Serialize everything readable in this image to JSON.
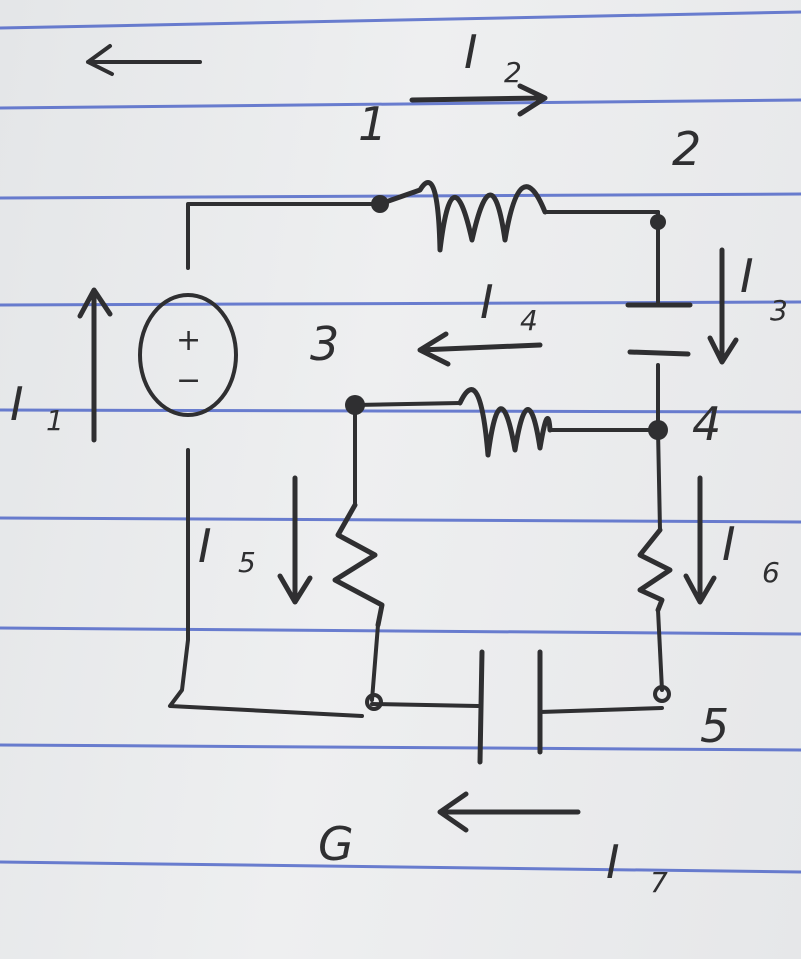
{
  "nodes": {
    "n1": "1",
    "n2": "2",
    "n3": "3",
    "n4": "4",
    "n5": "5",
    "ground": "G"
  },
  "currents": {
    "i1": {
      "letter": "I",
      "sub": "1"
    },
    "i2": {
      "letter": "I",
      "sub": "2"
    },
    "i3": {
      "letter": "I",
      "sub": "3"
    },
    "i4": {
      "letter": "I",
      "sub": "4"
    },
    "i5": {
      "letter": "I",
      "sub": "5"
    },
    "i6": {
      "letter": "I",
      "sub": "6"
    },
    "i7": {
      "letter": "I",
      "sub": "7"
    }
  },
  "source": {
    "plus": "+",
    "minus": "−"
  },
  "colors": {
    "ink": "#2f2f31",
    "rule": "#3d57c4",
    "paper": "#e8e9eb"
  }
}
